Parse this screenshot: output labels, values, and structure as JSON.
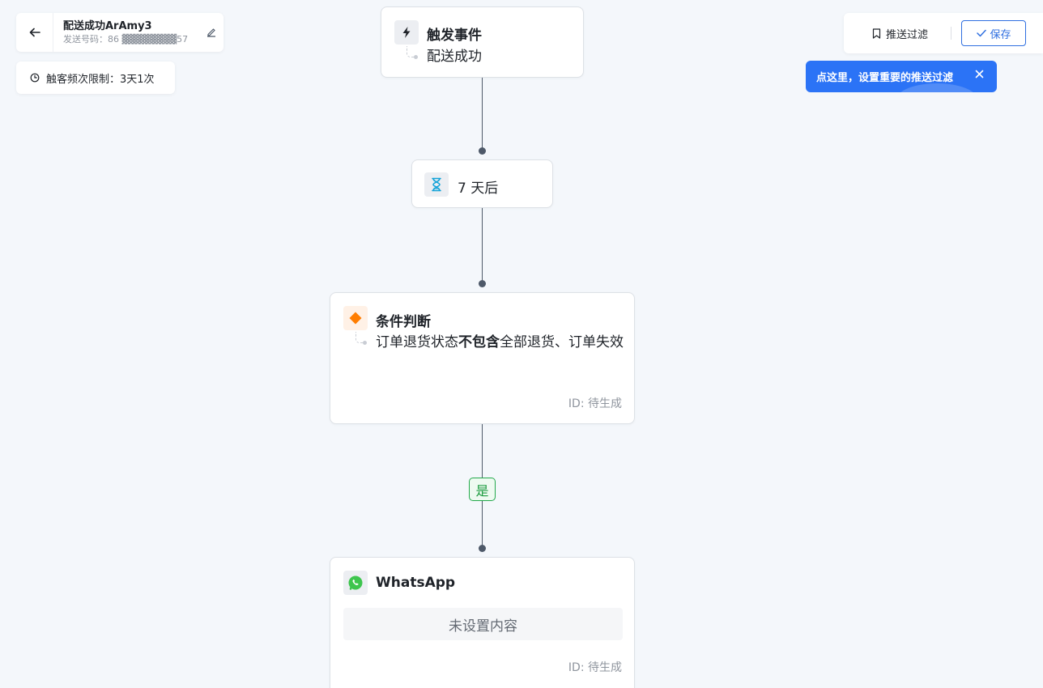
{
  "header": {
    "title": "配送成功ArAmy3",
    "sender_label": "发送号码：86 ▓▓▓▓▓▓▓▓57",
    "frequency_limit": "触客频次限制：3天1次"
  },
  "toolbar": {
    "filter_label": "推送过滤",
    "save_label": "保存"
  },
  "tooltip": {
    "text": "点这里，设置重要的推送过滤"
  },
  "nodes": {
    "trigger": {
      "title": "触发事件",
      "desc": "配送成功"
    },
    "wait": {
      "title": "7 天后"
    },
    "condition": {
      "title": "条件判断",
      "desc_prefix": "订单退货状态",
      "desc_bold": "不包含",
      "desc_suffix": "全部退货、订单失效",
      "id_label": "ID: 待生成"
    },
    "branch_label": "是",
    "whatsapp": {
      "title": "WhatsApp",
      "placeholder": "未设置内容",
      "id_label": "ID: 待生成"
    }
  },
  "colors": {
    "primary": "#2b73f6",
    "condition_icon": "#ff7d00",
    "wait_icon": "#14a3d8",
    "whatsapp_icon": "#3ec54e",
    "yes_green": "#22a94a"
  }
}
